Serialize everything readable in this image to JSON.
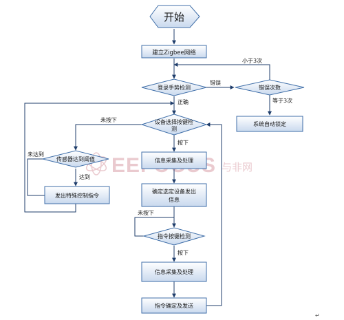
{
  "flowchart": {
    "start": "开始",
    "build_network": "建立Zigbee网络",
    "login_gesture_check": "登录手势检测",
    "error_count": "错误次数",
    "auto_lock": "系统自动锁定",
    "device_select_check_line1": "设备选择按键检",
    "device_select_check_line2": "测",
    "sensor_threshold": "传感器达到阈值",
    "info_collect_1": "信息采集及处理",
    "send_special_cmd": "发出特殊控制指令",
    "confirm_device_line1": "确定选定设备发出",
    "confirm_device_line2": "信息",
    "cmd_key_check": "指令按键检测",
    "info_collect_2": "信息采集及处理",
    "cmd_confirm_send": "指令确定及发送"
  },
  "edge_labels": {
    "wrong": "错误",
    "correct": "正确",
    "less_than_3": "小于3次",
    "equal_3": "等于3次",
    "not_pressed_1": "未按下",
    "pressed_1": "按下",
    "not_reached": "未达到",
    "reached": "达到",
    "not_pressed_2": "未按下",
    "pressed_2": "按下"
  },
  "watermark": {
    "brand": "EEFOCUS",
    "cn": "与非网"
  },
  "colors": {
    "box_fill_top": "#ffffff",
    "box_fill_bottom": "#c9d9ee",
    "box_stroke": "#3f6ea8",
    "arrow": "#1f3d6b",
    "watermark": "#d9a0a8"
  }
}
